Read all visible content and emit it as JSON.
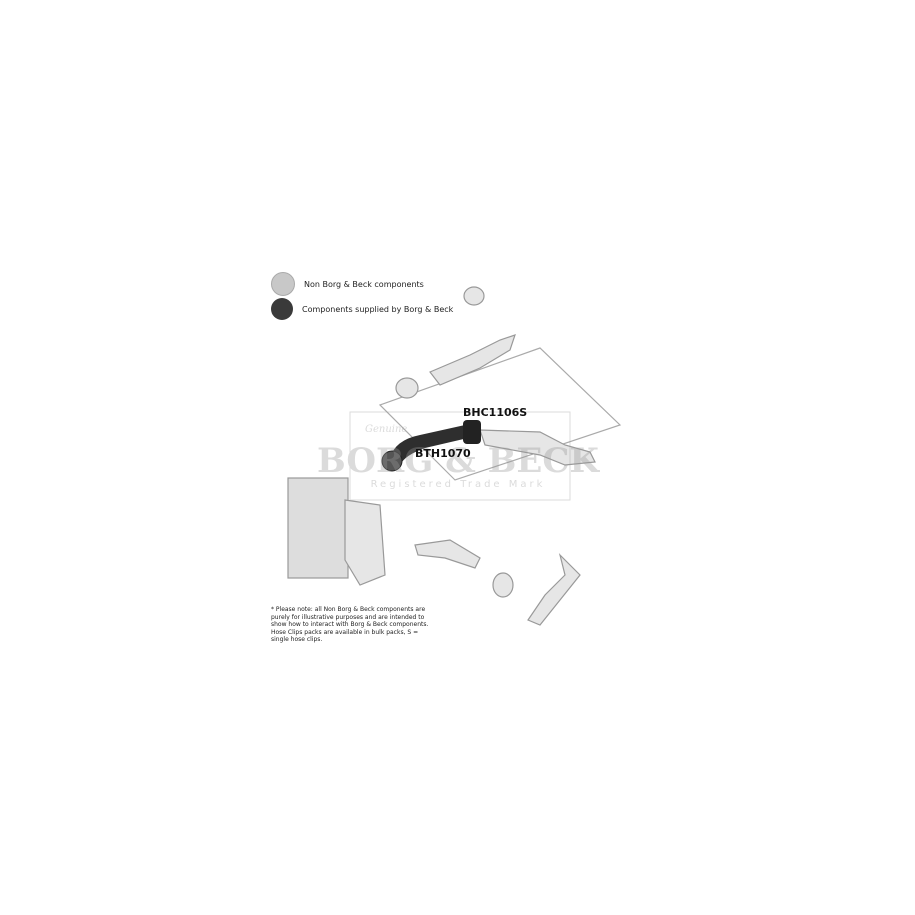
{
  "legend": [
    {
      "label": "Non Borg & Beck components",
      "color": "#c8c8c8"
    },
    {
      "label": "Components supplied by Borg & Beck",
      "color": "#3a3a3a"
    }
  ],
  "parts": {
    "clip": "BHC1106S",
    "hose": "BTH1070"
  },
  "watermark": {
    "brand": "BORG & BECK",
    "sub": "Registered Trade Mark",
    "tag": "Genuine"
  },
  "note": "* Please note: all Non Borg & Beck components are purely for illustrative purposes and are intended to show how to interact with Borg & Beck components. Hose Clips packs are available in bulk packs, S = single hose clips."
}
